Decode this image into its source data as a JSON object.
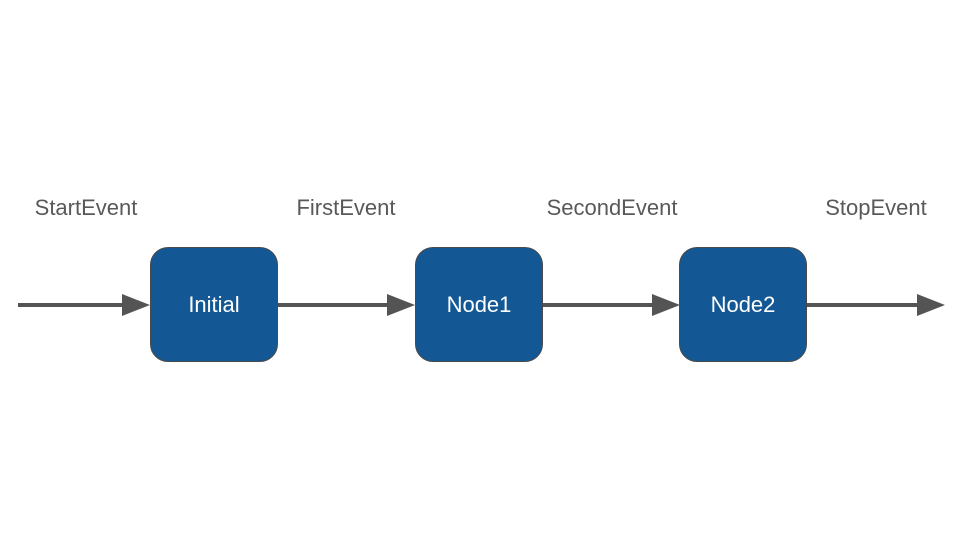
{
  "diagram": {
    "type": "state-flow",
    "direction": "left-to-right",
    "colors": {
      "canvas_bg": "#ffffff",
      "node_fill": "#135895",
      "node_border": "#4a4a4a",
      "node_text": "#ffffff",
      "arrow_color": "#545454",
      "label_color": "#595959"
    },
    "nodes": [
      {
        "label": "Initial"
      },
      {
        "label": "Node1"
      },
      {
        "label": "Node2"
      }
    ],
    "edges": [
      {
        "label": "StartEvent",
        "from": "start",
        "to": "Initial"
      },
      {
        "label": "FirstEvent",
        "from": "Initial",
        "to": "Node1"
      },
      {
        "label": "SecondEvent",
        "from": "Node1",
        "to": "Node2"
      },
      {
        "label": "StopEvent",
        "from": "Node2",
        "to": "end"
      }
    ]
  }
}
